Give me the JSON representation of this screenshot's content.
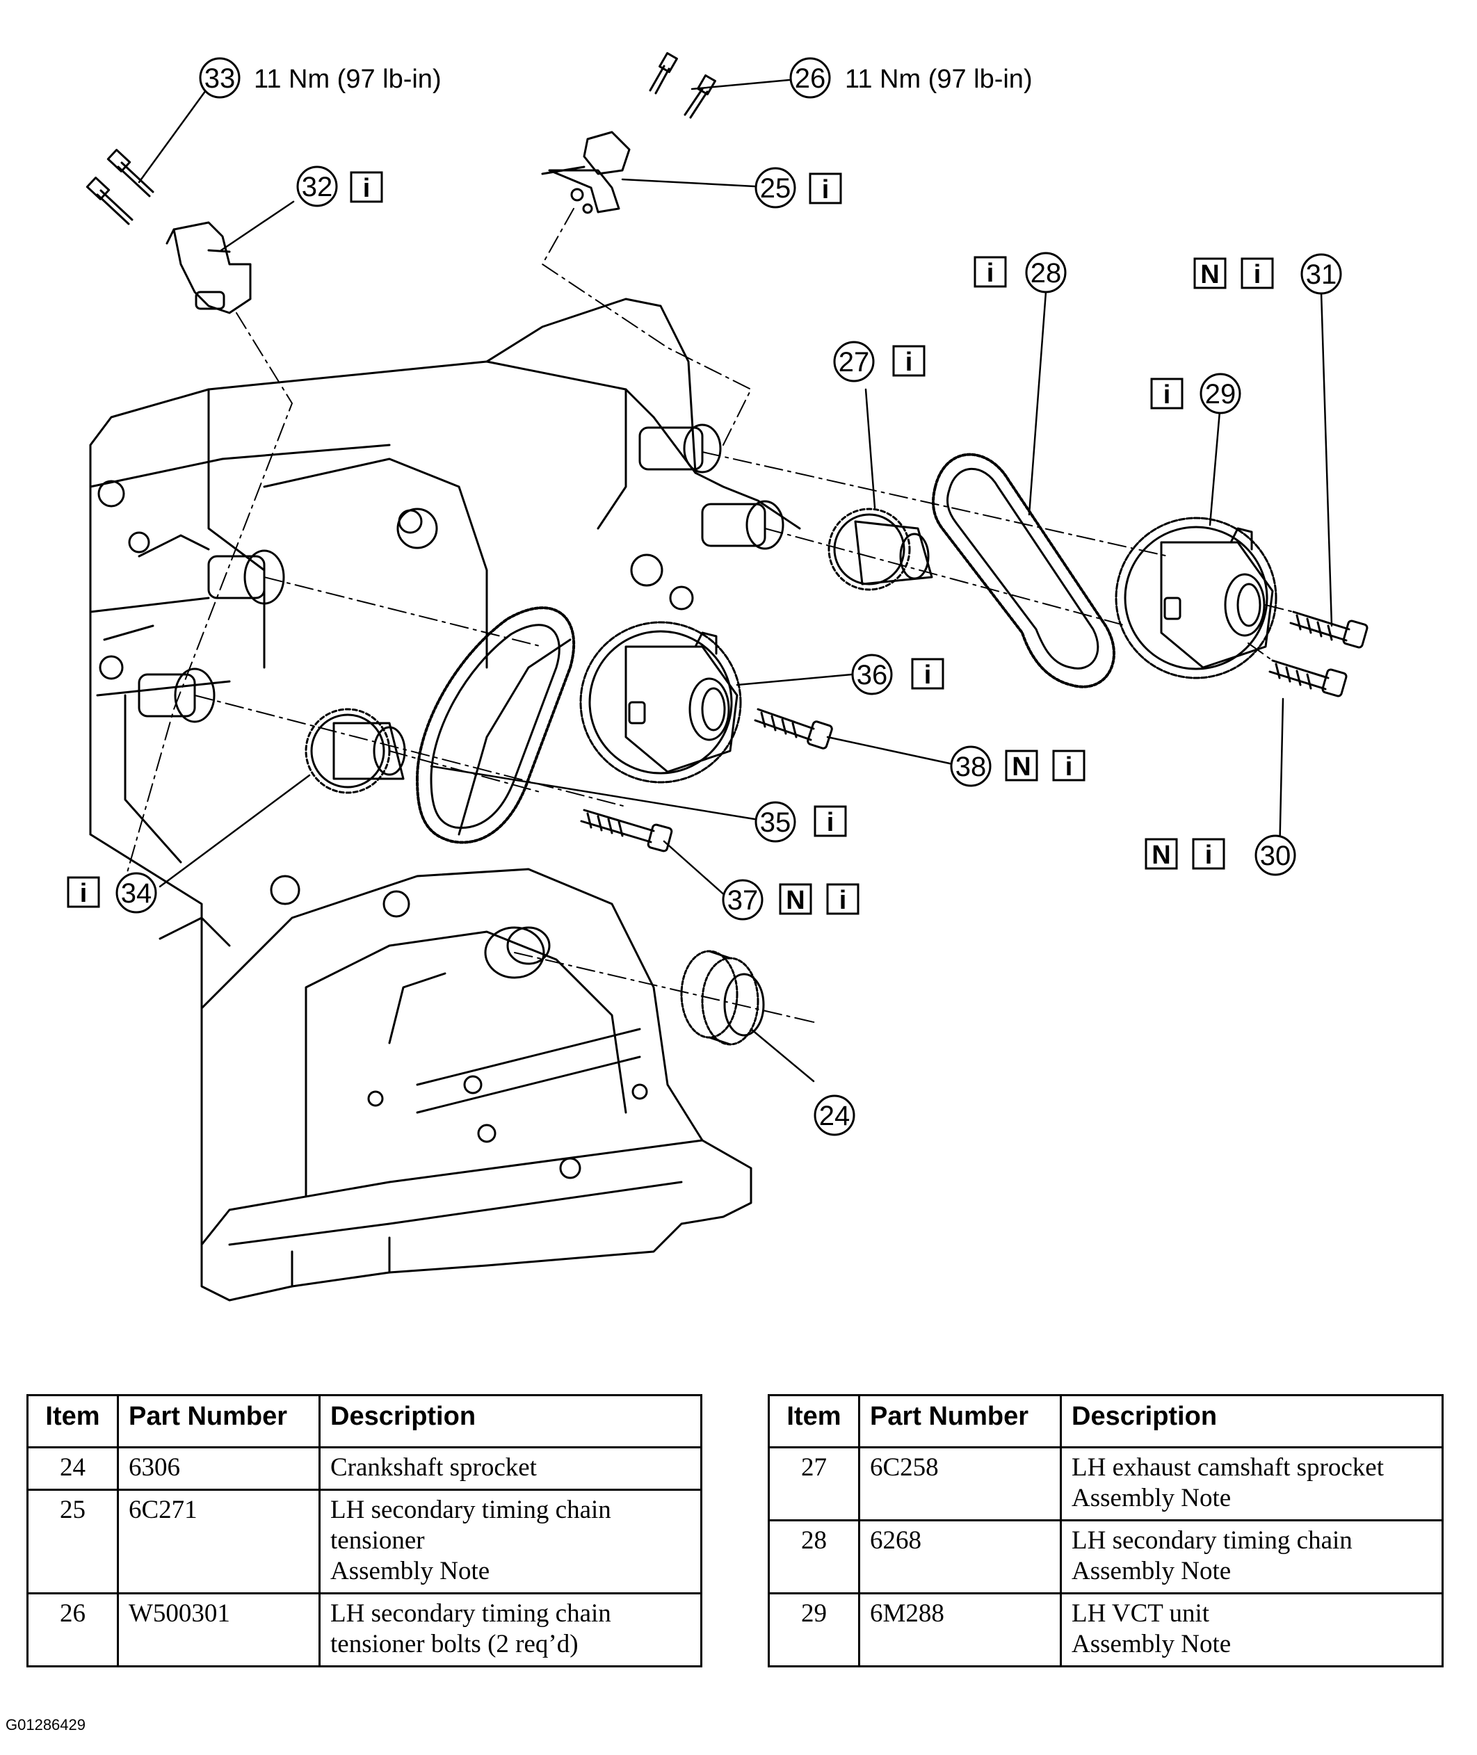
{
  "callouts": [
    {
      "id": "33",
      "number": "33",
      "torque": "11 Nm (97 lb-in)",
      "badges": []
    },
    {
      "id": "26",
      "number": "26",
      "torque": "11 Nm (97 lb-in)",
      "badges": []
    },
    {
      "id": "32",
      "number": "32",
      "badges": [
        "i"
      ]
    },
    {
      "id": "25",
      "number": "25",
      "badges": [
        "i"
      ]
    },
    {
      "id": "28",
      "number": "28",
      "badges": [
        "i"
      ]
    },
    {
      "id": "31",
      "number": "31",
      "badges": [
        "N",
        "i"
      ]
    },
    {
      "id": "27",
      "number": "27",
      "badges": [
        "i"
      ]
    },
    {
      "id": "29",
      "number": "29",
      "badges": [
        "i"
      ]
    },
    {
      "id": "36",
      "number": "36",
      "badges": [
        "i"
      ]
    },
    {
      "id": "38",
      "number": "38",
      "badges": [
        "N",
        "i"
      ]
    },
    {
      "id": "35",
      "number": "35",
      "badges": [
        "i"
      ]
    },
    {
      "id": "30",
      "number": "30",
      "badges": [
        "N",
        "i"
      ]
    },
    {
      "id": "34",
      "number": "34",
      "badges": [
        "i"
      ]
    },
    {
      "id": "37",
      "number": "37",
      "badges": [
        "N",
        "i"
      ]
    },
    {
      "id": "24",
      "number": "24",
      "badges": []
    }
  ],
  "tables": {
    "left": {
      "headers": [
        "Item",
        "Part Number",
        "Description"
      ],
      "rows": [
        {
          "item": "24",
          "part": "6306",
          "desc": [
            "Crankshaft sprocket"
          ]
        },
        {
          "item": "25",
          "part": "6C271",
          "desc": [
            "LH secondary timing chain",
            "tensioner",
            "Assembly Note"
          ]
        },
        {
          "item": "26",
          "part": "W500301",
          "desc": [
            "LH secondary timing chain",
            "tensioner bolts (2 req’d)"
          ]
        }
      ]
    },
    "right": {
      "headers": [
        "Item",
        "Part Number",
        "Description"
      ],
      "rows": [
        {
          "item": "27",
          "part": "6C258",
          "desc": [
            "LH exhaust camshaft sprocket",
            "Assembly Note"
          ]
        },
        {
          "item": "28",
          "part": "6268",
          "desc": [
            "LH secondary timing chain",
            "Assembly Note"
          ]
        },
        {
          "item": "29",
          "part": "6M288",
          "desc": [
            "LH VCT unit",
            "Assembly Note"
          ]
        }
      ]
    }
  },
  "figure_id": "G01286429"
}
